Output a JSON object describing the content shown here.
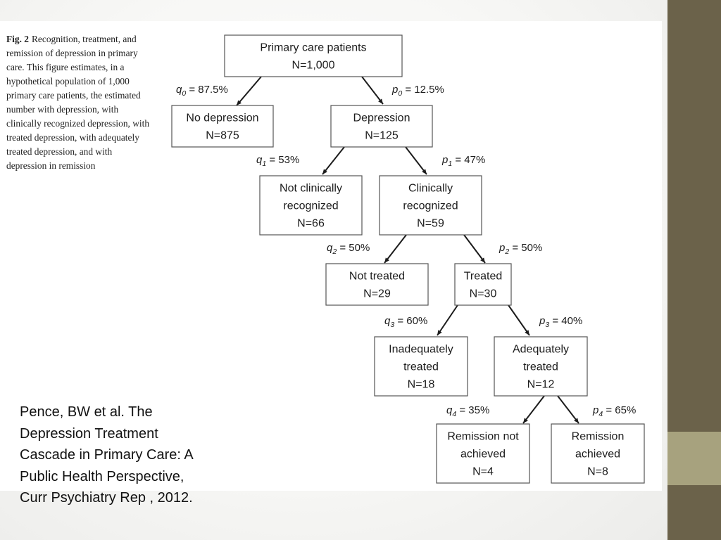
{
  "colors": {
    "sidebar": "#6b624a",
    "sidebar_accent": "#a7a27e",
    "node_border": "#555555",
    "arrow": "#1c1c1c"
  },
  "caption": {
    "label": "Fig. 2",
    "text": "Recognition, treatment, and remission of depression in primary care. This figure estimates, in a hypothetical population of 1,000 primary care patients, the estimated number with depression, with clinically recognized depression, with treated depression, with adequately treated depression, and with depression in remission"
  },
  "nodes": [
    {
      "id": "primary",
      "lines": [
        "Primary care patients",
        "N=1,000"
      ]
    },
    {
      "id": "no-depression",
      "lines": [
        "No depression",
        "N=875"
      ]
    },
    {
      "id": "depression",
      "lines": [
        "Depression",
        "N=125"
      ]
    },
    {
      "id": "not-recognized",
      "lines": [
        "Not clinically",
        "recognized",
        "N=66"
      ]
    },
    {
      "id": "recognized",
      "lines": [
        "Clinically",
        "recognized",
        "N=59"
      ]
    },
    {
      "id": "not-treated",
      "lines": [
        "Not treated",
        "N=29"
      ]
    },
    {
      "id": "treated",
      "lines": [
        "Treated",
        "N=30"
      ]
    },
    {
      "id": "inadequately-treated",
      "lines": [
        "Inadequately",
        "treated",
        "N=18"
      ]
    },
    {
      "id": "adequately-treated",
      "lines": [
        "Adequately",
        "treated",
        "N=12"
      ]
    },
    {
      "id": "remission-not-achieved",
      "lines": [
        "Remission not",
        "achieved",
        "N=4"
      ]
    },
    {
      "id": "remission-achieved",
      "lines": [
        "Remission",
        "achieved",
        "N=8"
      ]
    }
  ],
  "edges": [
    {
      "from": "primary",
      "to": "no-depression",
      "symbol": "q",
      "sub": "0",
      "value": " = 87.5%"
    },
    {
      "from": "primary",
      "to": "depression",
      "symbol": "p",
      "sub": "0",
      "value": " = 12.5%"
    },
    {
      "from": "depression",
      "to": "not-recognized",
      "symbol": "q",
      "sub": "1",
      "value": " = 53%"
    },
    {
      "from": "depression",
      "to": "recognized",
      "symbol": "p",
      "sub": "1",
      "value": " = 47%"
    },
    {
      "from": "recognized",
      "to": "not-treated",
      "symbol": "q",
      "sub": "2",
      "value": " = 50%"
    },
    {
      "from": "recognized",
      "to": "treated",
      "symbol": "p",
      "sub": "2",
      "value": " = 50%"
    },
    {
      "from": "treated",
      "to": "inadequately-treated",
      "symbol": "q",
      "sub": "3",
      "value": " = 60%"
    },
    {
      "from": "treated",
      "to": "adequately-treated",
      "symbol": "p",
      "sub": "3",
      "value": " = 40%"
    },
    {
      "from": "adequately-treated",
      "to": "remission-not-achieved",
      "symbol": "q",
      "sub": "4",
      "value": " = 35%"
    },
    {
      "from": "adequately-treated",
      "to": "remission-achieved",
      "symbol": "p",
      "sub": "4",
      "value": " = 65%"
    }
  ],
  "citation": {
    "lines": [
      "Pence, BW et al. The",
      "Depression Treatment",
      "Cascade in Primary Care: A",
      "Public Health Perspective,",
      "Curr Psychiatry Rep , 2012."
    ]
  }
}
